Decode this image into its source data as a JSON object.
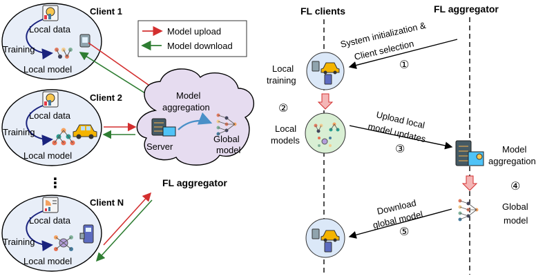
{
  "clients": [
    {
      "title": "Client 1",
      "data_label": "Local data",
      "training_label": "Training",
      "model_label": "Local model"
    },
    {
      "title": "Client 2",
      "data_label": "Local data",
      "training_label": "Training",
      "model_label": "Local model"
    },
    {
      "title": "Client N",
      "data_label": "Local data",
      "training_label": "Training",
      "model_label": "Local model"
    }
  ],
  "ellipsis": "⋮",
  "legend": {
    "upload_label": "Model upload",
    "download_label": "Model download",
    "upload_color": "#d32f2f",
    "download_color": "#2e7d32"
  },
  "aggregator": {
    "agg_line1": "Model",
    "agg_line2": "aggregation",
    "server_label": "Server",
    "global_line1": "Global",
    "global_line2": "model",
    "caption": "FL aggregator"
  },
  "sequence": {
    "clients_header": "FL clients",
    "aggregator_header": "FL aggregator",
    "init_line1": "System initialization &",
    "init_line2": "Client selection",
    "step1": "①",
    "local_training_1": "Local",
    "local_training_2": "training",
    "step2": "②",
    "local_models_1": "Local",
    "local_models_2": "models",
    "upload_1": "Upload local",
    "upload_2": "model updates",
    "step3": "③",
    "model_agg_1": "Model",
    "model_agg_2": "aggregation",
    "step4": "④",
    "global_1": "Global",
    "global_2": "model",
    "download_1": "Download",
    "download_2": "global model",
    "step5": "⑤"
  },
  "colors": {
    "client_ellipse": "#e8eef8",
    "cloud": "#e6dcf0",
    "training_circle": "#dbe8f8",
    "models_circle": "#d9efd4",
    "down_arrow": "#f4b6b6"
  }
}
